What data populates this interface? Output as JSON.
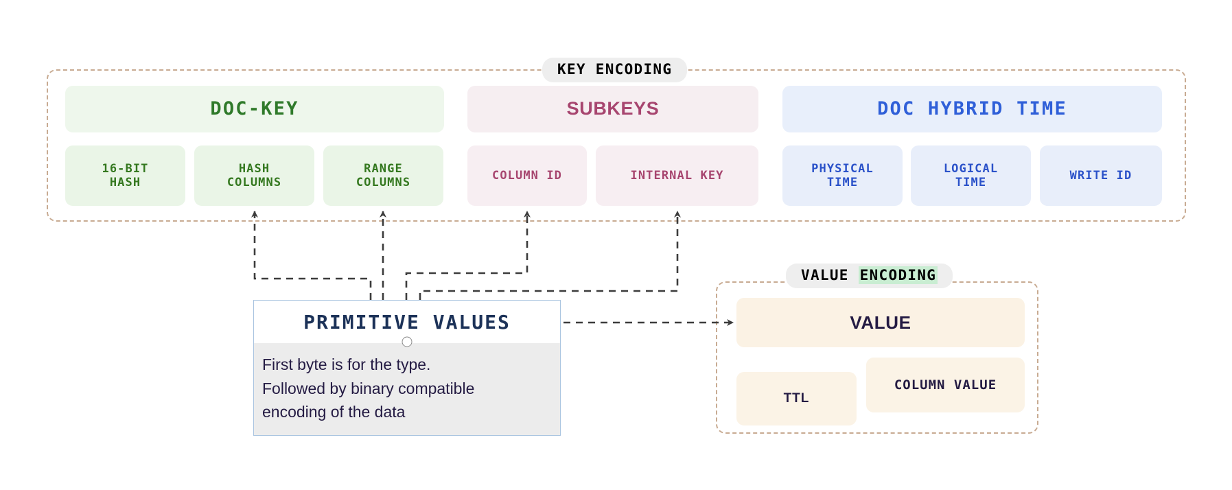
{
  "key_encoding": {
    "label": "KEY ENCODING",
    "groups": [
      {
        "name": "doc-key",
        "header": "DOC-KEY",
        "color": "#2f7a2a",
        "children": [
          {
            "label": "16-BIT\nHASH"
          },
          {
            "label": "HASH\nCOLUMNS"
          },
          {
            "label": "RANGE\nCOLUMNS"
          }
        ]
      },
      {
        "name": "subkeys",
        "header": "SUBKEYS",
        "color": "#a7456f",
        "children": [
          {
            "label": "COLUMN ID"
          },
          {
            "label": "INTERNAL KEY"
          }
        ]
      },
      {
        "name": "doc-hybrid-time",
        "header": "DOC HYBRID TIME",
        "color": "#2f5fd8",
        "children": [
          {
            "label": "PHYSICAL\nTIME"
          },
          {
            "label": "LOGICAL\nTIME"
          },
          {
            "label": "WRITE ID"
          }
        ]
      }
    ]
  },
  "value_encoding": {
    "label_plain": "VALUE ",
    "label_highlight": "ENCODING",
    "highlight_color": "#c9edd2",
    "header": "VALUE",
    "children": [
      {
        "label": "TTL"
      },
      {
        "label": "COLUMN VALUE"
      }
    ]
  },
  "primitive_values": {
    "title": "PRIMITIVE VALUES",
    "body_line_1": "First byte is for the type.",
    "body_line_2": "Followed by binary compatible",
    "body_line_3": "encoding of the data",
    "border_color": "#a9c4e0",
    "body_background": "#ececec"
  },
  "connectors": {
    "stroke": "#3c3c3c",
    "targets": [
      "hash-columns",
      "range-columns",
      "column-id",
      "internal-key",
      "value"
    ]
  }
}
